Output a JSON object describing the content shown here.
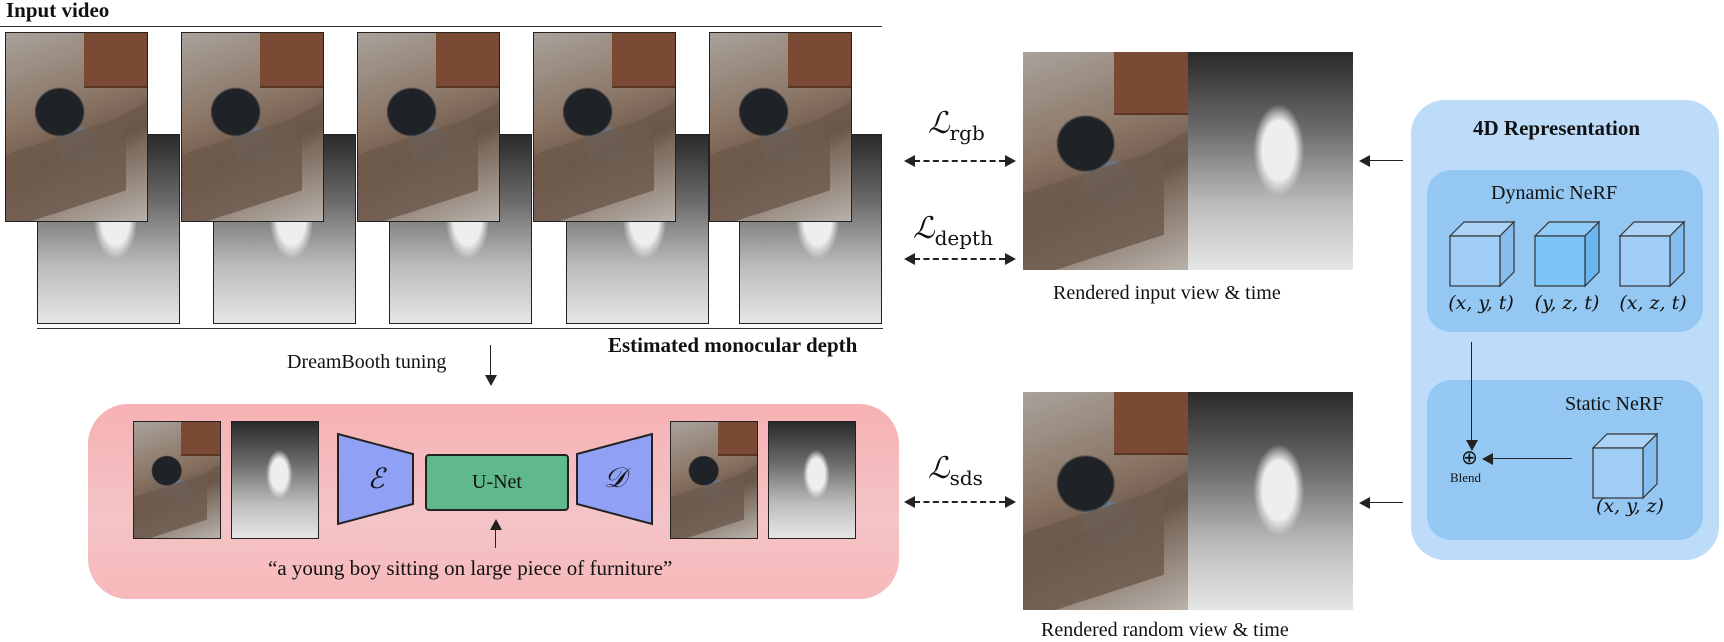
{
  "input_video": {
    "title": "Input video"
  },
  "depth_section": {
    "title": "Estimated monocular depth"
  },
  "dreambooth": {
    "label": "DreamBooth tuning"
  },
  "prompt": {
    "text": "“a young boy sitting on large piece of furniture”"
  },
  "encoder": {
    "symbol": "ℰ"
  },
  "decoder": {
    "symbol": "𝒟"
  },
  "unet": {
    "label": "U-Net"
  },
  "losses": {
    "rgb": {
      "base": "ℒ",
      "sub": "rgb"
    },
    "depth": {
      "base": "ℒ",
      "sub": "depth"
    },
    "sds": {
      "base": "ℒ",
      "sub": "sds"
    }
  },
  "rendered_input": {
    "caption": "Rendered input view & time"
  },
  "rendered_random": {
    "caption": "Rendered random view & time"
  },
  "representation": {
    "title": "4D Representation",
    "dynamic": {
      "title": "Dynamic NeRF",
      "planes": [
        "(x, y, t)",
        "(y, z, t)",
        "(x, z, t)"
      ]
    },
    "static": {
      "title": "Static NeRF",
      "coords": "(x, y, z)"
    },
    "blend": {
      "symbol": "⊕",
      "label": "Blend"
    }
  },
  "colors": {
    "pink_panel": "#f5b8ba",
    "blue_panel": "#bcdcf9",
    "inner_panel": "#94c8f3",
    "encdec": "#8fa0f5",
    "unet": "#5fb98b"
  }
}
